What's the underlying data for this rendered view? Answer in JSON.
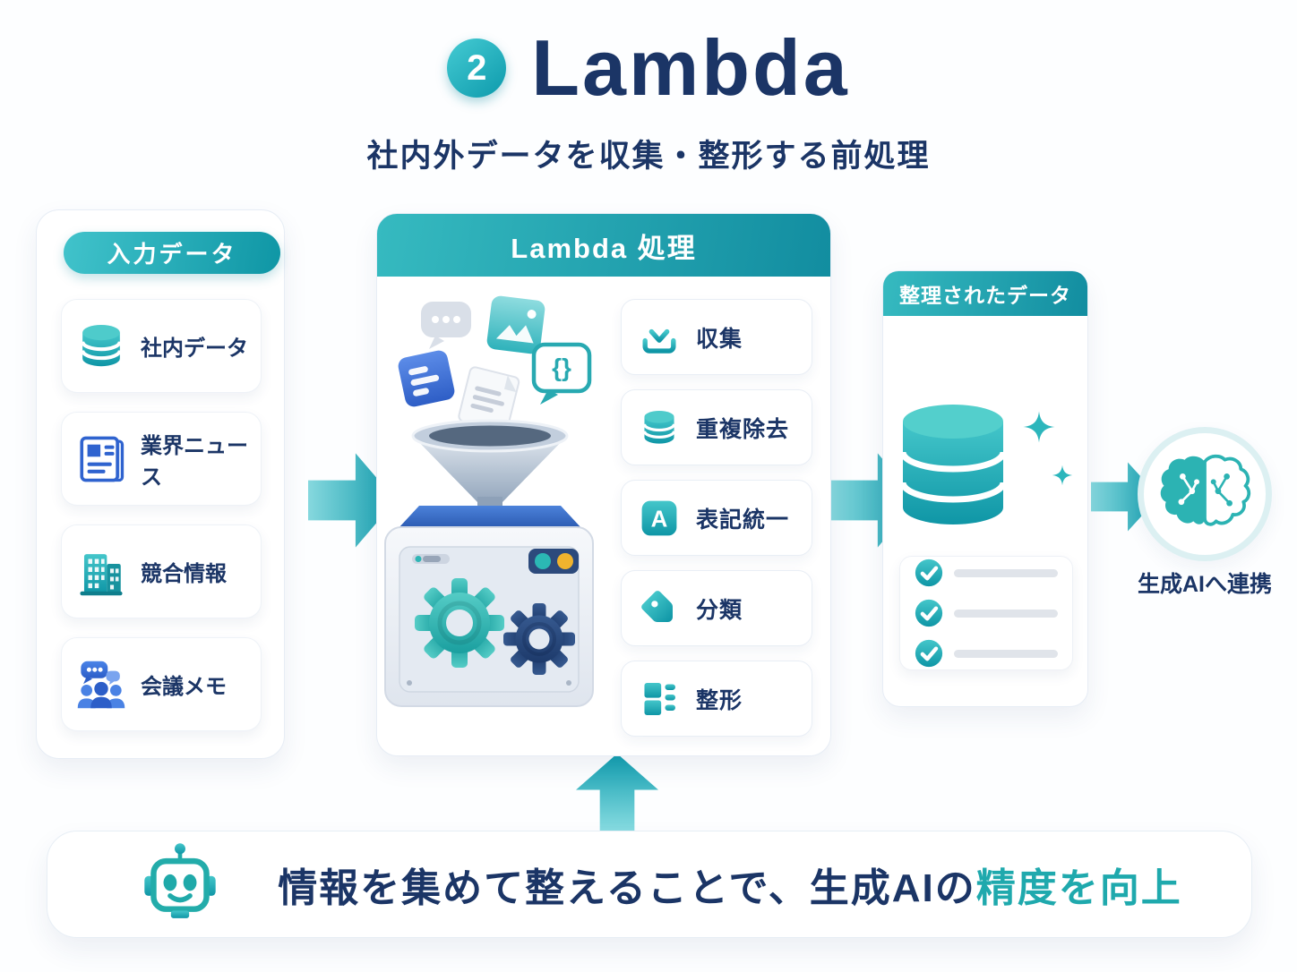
{
  "header": {
    "badge": "2",
    "title": "Lambda",
    "subtitle": "社内外データを収集・整形する前処理"
  },
  "input_panel": {
    "title": "入力データ",
    "items": [
      {
        "label": "社内データ",
        "icon": "database-icon"
      },
      {
        "label": "業界ニュース",
        "icon": "newspaper-icon"
      },
      {
        "label": "競合情報",
        "icon": "building-icon"
      },
      {
        "label": "会議メモ",
        "icon": "meeting-notes-icon"
      }
    ]
  },
  "lambda_panel": {
    "title": "Lambda 処理",
    "letter_a": "A",
    "code_glyph": "{}",
    "steps": [
      {
        "label": "収集",
        "icon": "download-icon"
      },
      {
        "label": "重複除去",
        "icon": "database-icon"
      },
      {
        "label": "表記統一",
        "icon": "letter-a-icon"
      },
      {
        "label": "分類",
        "icon": "tag-icon"
      },
      {
        "label": "整形",
        "icon": "format-icon"
      }
    ]
  },
  "output_panel": {
    "title": "整理されたデータ",
    "checklist_items": 3
  },
  "ai_link": {
    "label": "生成AIへ連携"
  },
  "footer": {
    "text_main": "情報を集めて整えることで、生成AIの",
    "text_highlight": "精度を向上"
  },
  "colors": {
    "navy": "#1b3566",
    "teal": "#17a3ad",
    "teal_light": "#4fc9cc",
    "blue": "#2f63cf",
    "highlight": "#1fa9ad",
    "yellow": "#f0b32e"
  }
}
